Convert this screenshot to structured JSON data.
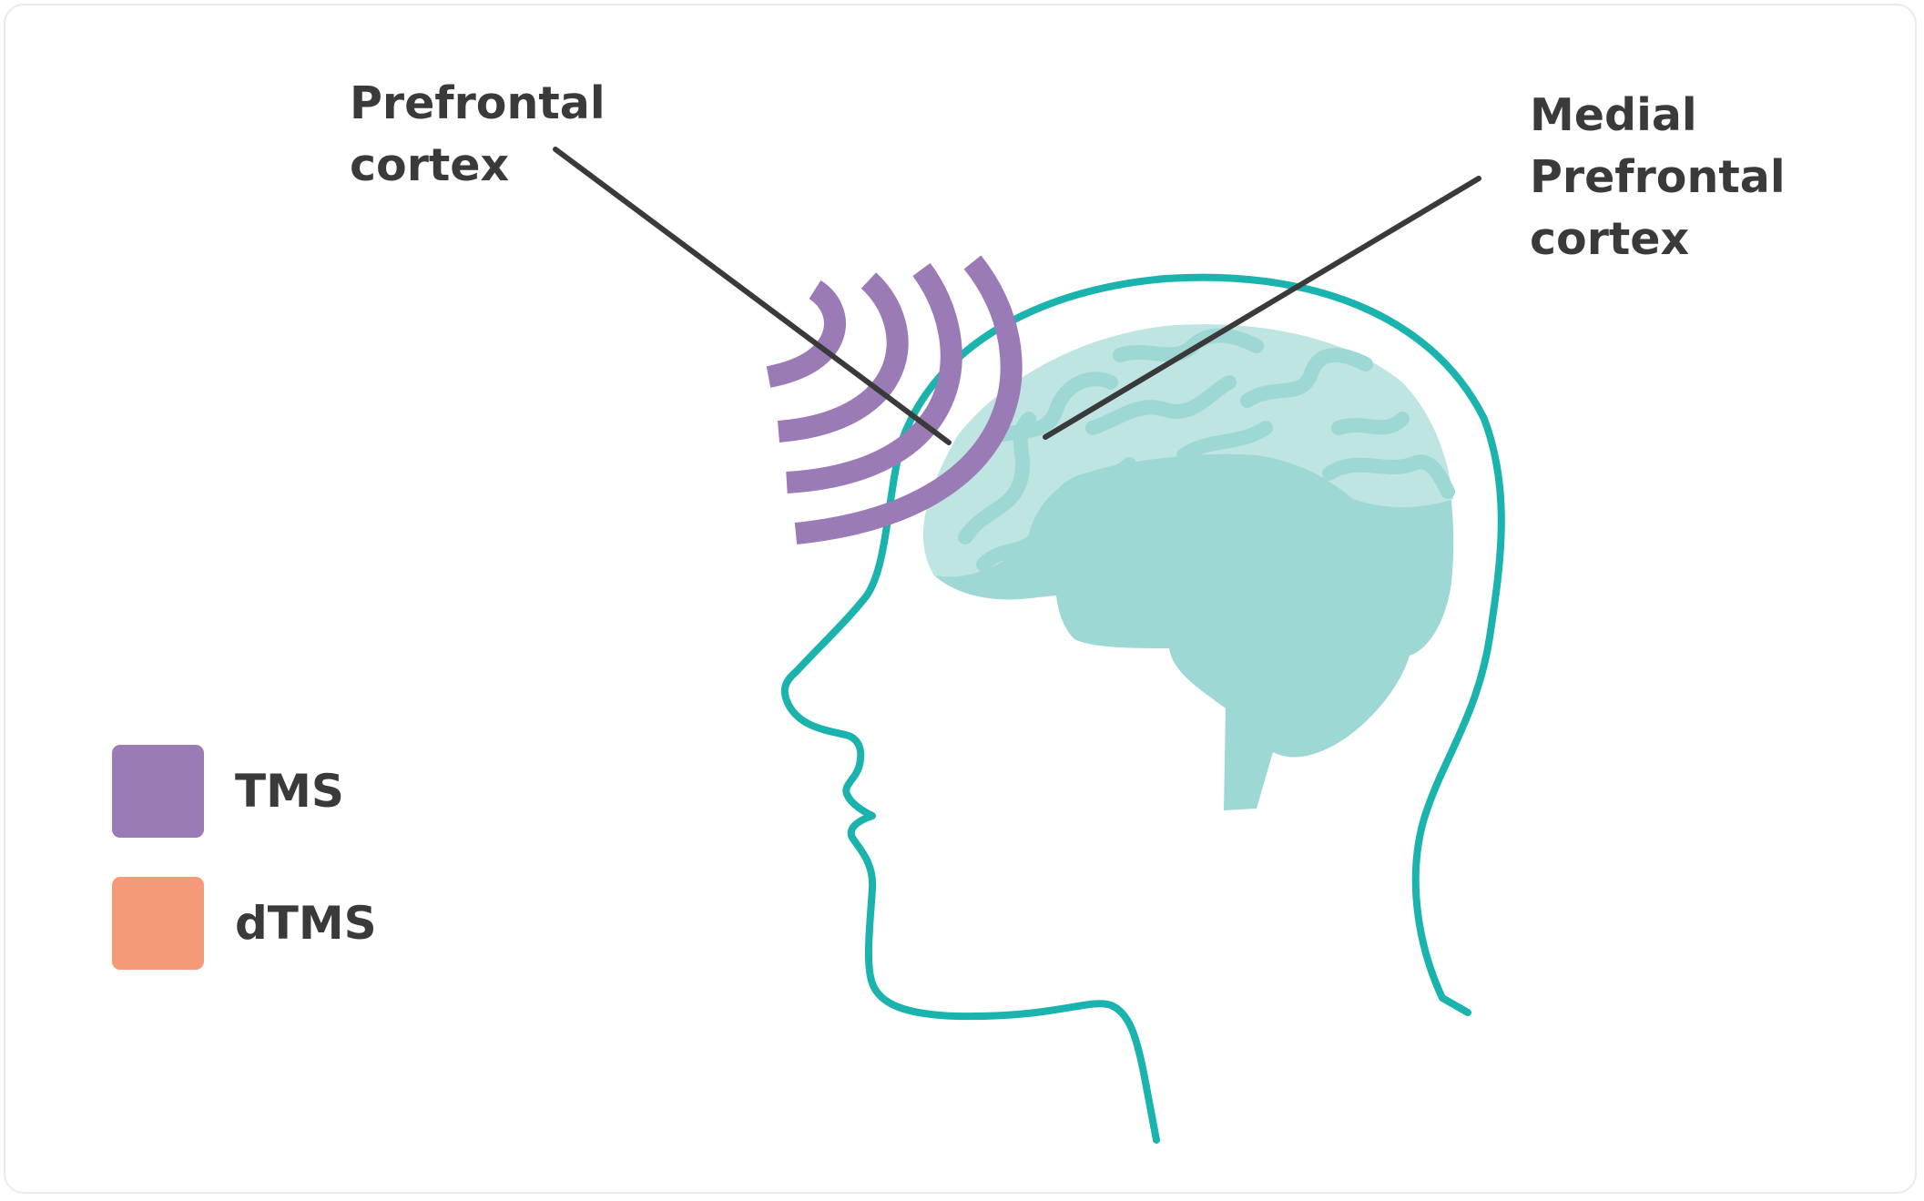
{
  "labels": {
    "prefrontal": [
      "Prefrontal",
      "cortex"
    ],
    "medial": [
      "Medial",
      "Prefrontal",
      "cortex"
    ]
  },
  "legend": [
    {
      "label": "TMS",
      "color": "#9b7bb5"
    },
    {
      "label": "dTMS",
      "color": "#f59a78"
    }
  ],
  "colors": {
    "head_outline": "#1ab3ad",
    "brain": "#9ed8d5",
    "brain_folds": "#bfe5e2",
    "waves": "#9b7bb5",
    "leader_lines": "#3a3a3a",
    "text": "#3a3a3a"
  },
  "icons": {
    "head": "head-profile-outline",
    "brain": "brain-icon",
    "waves": "tms-wave-arcs"
  }
}
